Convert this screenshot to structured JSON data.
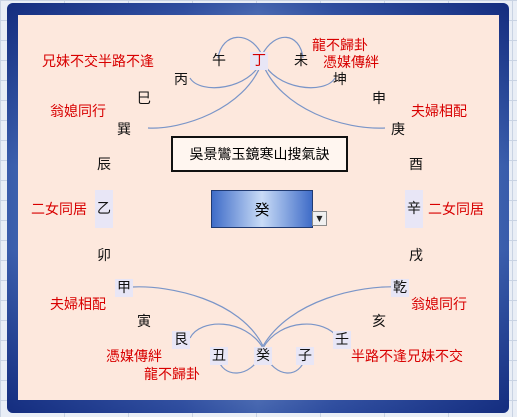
{
  "title": "吳景鸞玉鏡寒山搜氣訣",
  "selected_mountain": "癸",
  "dropdown_arrow": "▼",
  "mountains": {
    "wu": "午",
    "ding": "丁",
    "wei": "未",
    "bing": "丙",
    "kun": "坤",
    "si": "巳",
    "shen": "申",
    "xun": "巽",
    "geng": "庚",
    "chen": "辰",
    "you": "酉",
    "yi": "乙",
    "xin": "辛",
    "mao": "卯",
    "xu": "戌",
    "jia": "甲",
    "qian": "乾",
    "yin": "寅",
    "hai": "亥",
    "gen": "艮",
    "ren": "壬",
    "chou": "丑",
    "gui": "癸",
    "zi": "子"
  },
  "notes": {
    "top_left": "兄妹不交半路不逢",
    "top_right_1": "龍不歸卦",
    "top_right_2": "憑媒傳絆",
    "upper_left": "翁媳同行",
    "upper_right": "夫婦相配",
    "mid_left": "二女同居",
    "mid_right": "二女同居",
    "lower_left": "夫婦相配",
    "lower_right": "翁媳同行",
    "bottom_left_1": "憑媒傳絆",
    "bottom_left_2": "龍不歸卦",
    "bottom_right": "半路不逢兄妹不交"
  },
  "colors": {
    "note_red": "#d80000",
    "panel": "#fde8dd",
    "frame": "#3e63b0",
    "arc": "#7a95c8"
  }
}
